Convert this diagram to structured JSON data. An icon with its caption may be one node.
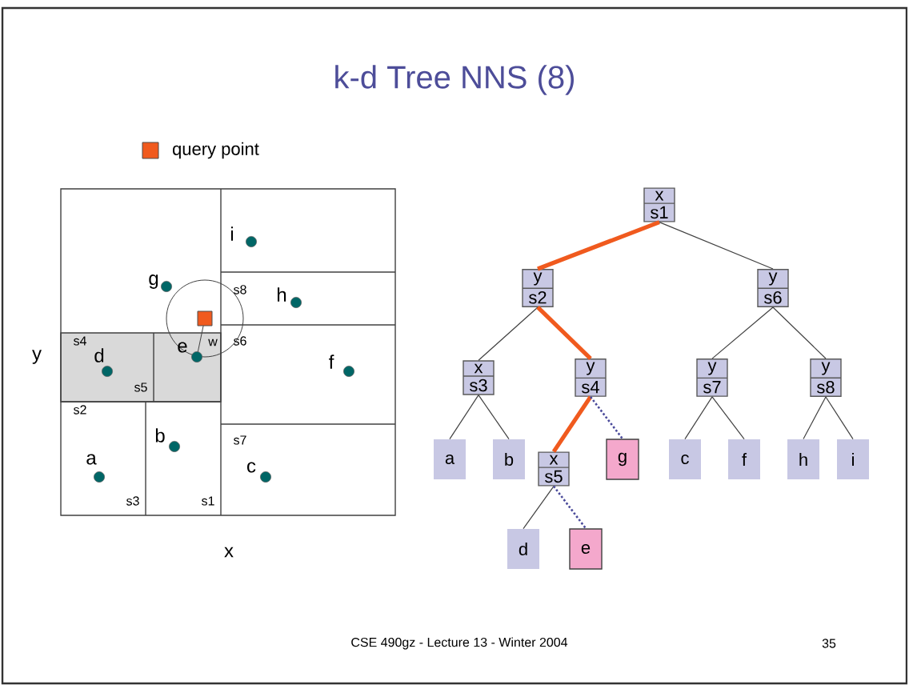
{
  "diagram": {
    "title": "k-d Tree NNS (8)",
    "nodes": [
      {
        "text": [
          "x",
          "s1"
        ]
      },
      {
        "text": [
          "y",
          "s2"
        ]
      },
      {
        "text": [
          "y",
          "s6"
        ]
      },
      {
        "text": [
          "x",
          "s3"
        ]
      },
      {
        "text": [
          "y",
          "s4"
        ]
      },
      {
        "text": [
          "y",
          "s7"
        ]
      },
      {
        "text": [
          "y",
          "s8"
        ]
      },
      {
        "text": [
          "a"
        ]
      },
      {
        "text": [
          "b"
        ]
      },
      {
        "text": [
          "x",
          "s5"
        ]
      },
      {
        "text": [
          "g"
        ]
      },
      {
        "text": [
          "c"
        ]
      },
      {
        "text": [
          "f"
        ]
      },
      {
        "text": [
          "h"
        ]
      },
      {
        "text": [
          "i"
        ]
      },
      {
        "text": [
          "d"
        ]
      },
      {
        "text": [
          "e"
        ]
      }
    ],
    "edges": [
      {
        "from": 0,
        "to": 1,
        "arrow": "none",
        "style": "thick",
        "color": "#f05a1e"
      },
      {
        "from": 0,
        "to": 2,
        "arrow": "none"
      },
      {
        "from": 1,
        "to": 3,
        "arrow": "none"
      },
      {
        "from": 1,
        "to": 4,
        "arrow": "none",
        "style": "thick",
        "color": "#f05a1e"
      },
      {
        "from": 2,
        "to": 5,
        "arrow": "none"
      },
      {
        "from": 2,
        "to": 6,
        "arrow": "none"
      },
      {
        "from": 3,
        "to": 7,
        "arrow": "none"
      },
      {
        "from": 3,
        "to": 8,
        "arrow": "none"
      },
      {
        "from": 4,
        "to": 9,
        "arrow": "none",
        "style": "thick",
        "color": "#f05a1e"
      },
      {
        "from": 4,
        "to": 10,
        "arrow": "none",
        "style": "dashed",
        "color": "#4a4a9a"
      },
      {
        "from": 5,
        "to": 11,
        "arrow": "none"
      },
      {
        "from": 5,
        "to": 12,
        "arrow": "none"
      },
      {
        "from": 6,
        "to": 13,
        "arrow": "none"
      },
      {
        "from": 6,
        "to": 14,
        "arrow": "none"
      },
      {
        "from": 9,
        "to": 15,
        "arrow": "none"
      },
      {
        "from": 9,
        "to": 16,
        "arrow": "none",
        "style": "dashed",
        "color": "#4a4a9a"
      }
    ],
    "labels": [
      "i",
      "g",
      "s8",
      "h",
      "s4",
      "d",
      "e",
      "w",
      "s6",
      "y",
      "f",
      "s5",
      "s2",
      "b",
      "s7",
      "a",
      "c",
      "s3",
      "s1",
      "x",
      "CSE 490gz - Lecture 13 - Winter 2004",
      "35"
    ],
    "legend": [
      {
        "text": "query point",
        "color": "#f05a1e"
      }
    ]
  }
}
